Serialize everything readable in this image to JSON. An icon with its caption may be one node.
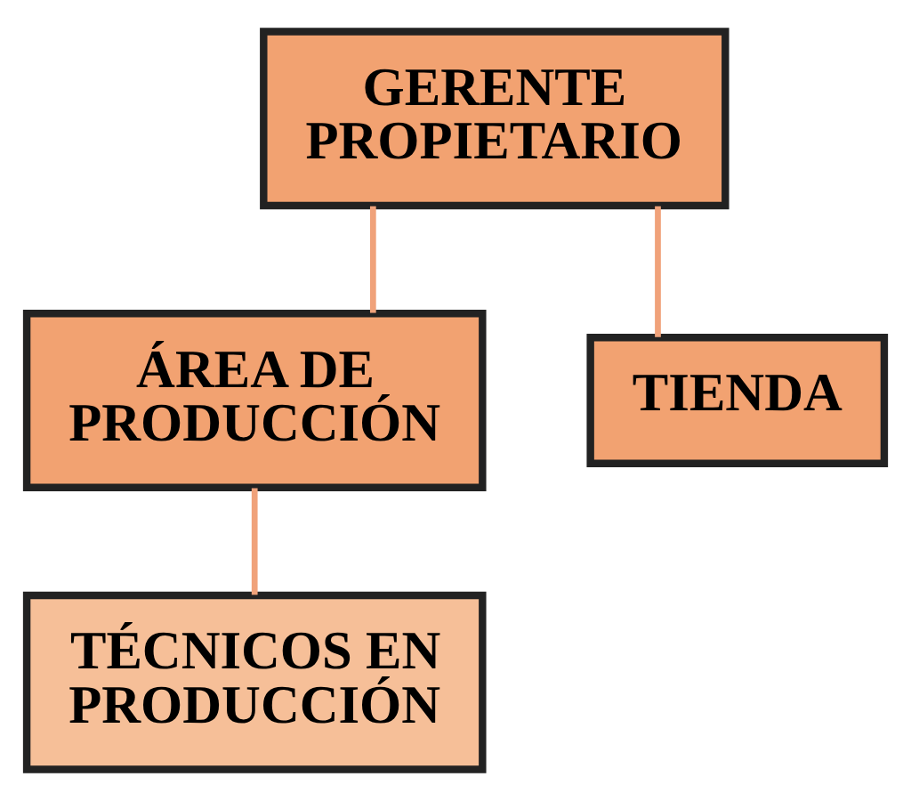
{
  "diagram": {
    "nodes": [
      {
        "text": [
          "GERENTE PROPIETARIO"
        ]
      },
      {
        "text": [
          "ÁREA DE PRODUCCIÓN"
        ]
      },
      {
        "text": [
          "TIENDA"
        ]
      },
      {
        "text": [
          "TÉCNICOS EN PRODUCCIÓN"
        ]
      }
    ],
    "edges": [
      {
        "from": 0,
        "to": 1,
        "arrow": "none"
      },
      {
        "from": 0,
        "to": 2,
        "arrow": "none"
      },
      {
        "from": 1,
        "to": 3,
        "arrow": "none"
      }
    ]
  }
}
